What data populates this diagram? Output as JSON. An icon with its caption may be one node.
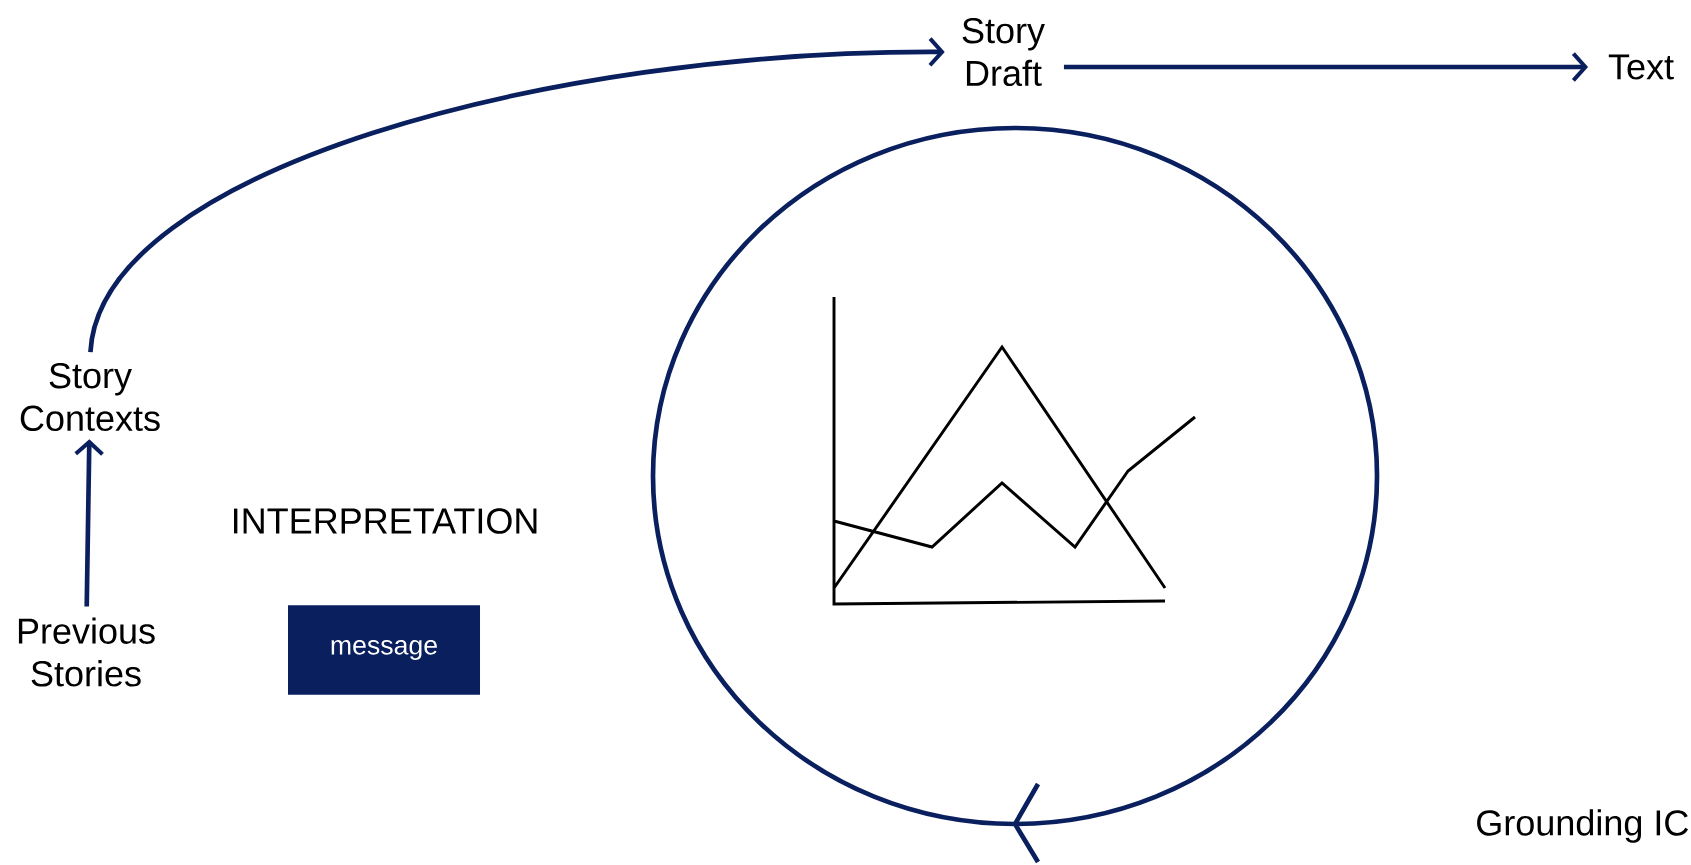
{
  "diagram": {
    "nodes": [
      {
        "text": [
          "Story Draft"
        ]
      },
      {
        "text": [
          "Text"
        ]
      },
      {
        "text": [
          "Story Contexts"
        ]
      },
      {
        "text": [
          "Previous Stories"
        ]
      },
      {
        "text": [
          "message"
        ]
      }
    ],
    "edges": [
      {
        "from": 2,
        "to": 0,
        "arrow": "to"
      },
      {
        "from": 0,
        "to": 1,
        "arrow": "to"
      },
      {
        "from": 3,
        "to": 2,
        "arrow": "to"
      }
    ],
    "labels": [
      "INTERPRETATION",
      "Grounding IC"
    ]
  }
}
